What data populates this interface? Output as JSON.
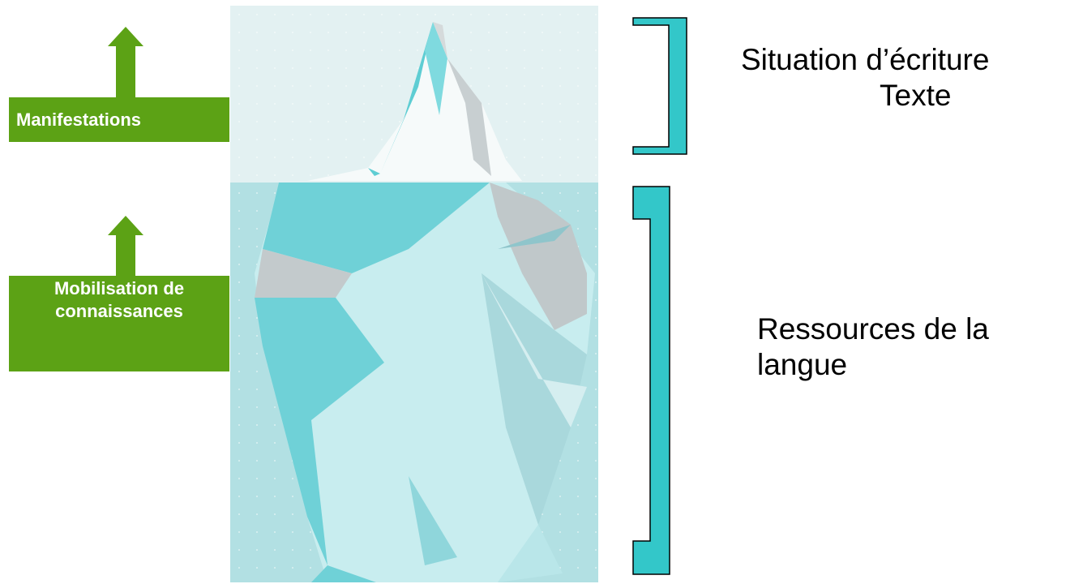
{
  "left_labels": {
    "manifestations": "Manifestations",
    "mobilisation_line1": "Mobilisation de",
    "mobilisation_line2": "connaissances"
  },
  "right_labels": {
    "situation": "Situation d’écriture",
    "texte": "Texte",
    "ressources": "Ressources de la",
    "langue": "langue"
  },
  "colors": {
    "green": "#5ca215",
    "bracket": "#33c7c9",
    "sky": "#e3f1f2",
    "water": "#b2e0e3"
  },
  "icons": {
    "arrow_up_1": "arrow-up-icon",
    "arrow_up_2": "arrow-up-icon",
    "iceberg": "iceberg-illustration"
  }
}
